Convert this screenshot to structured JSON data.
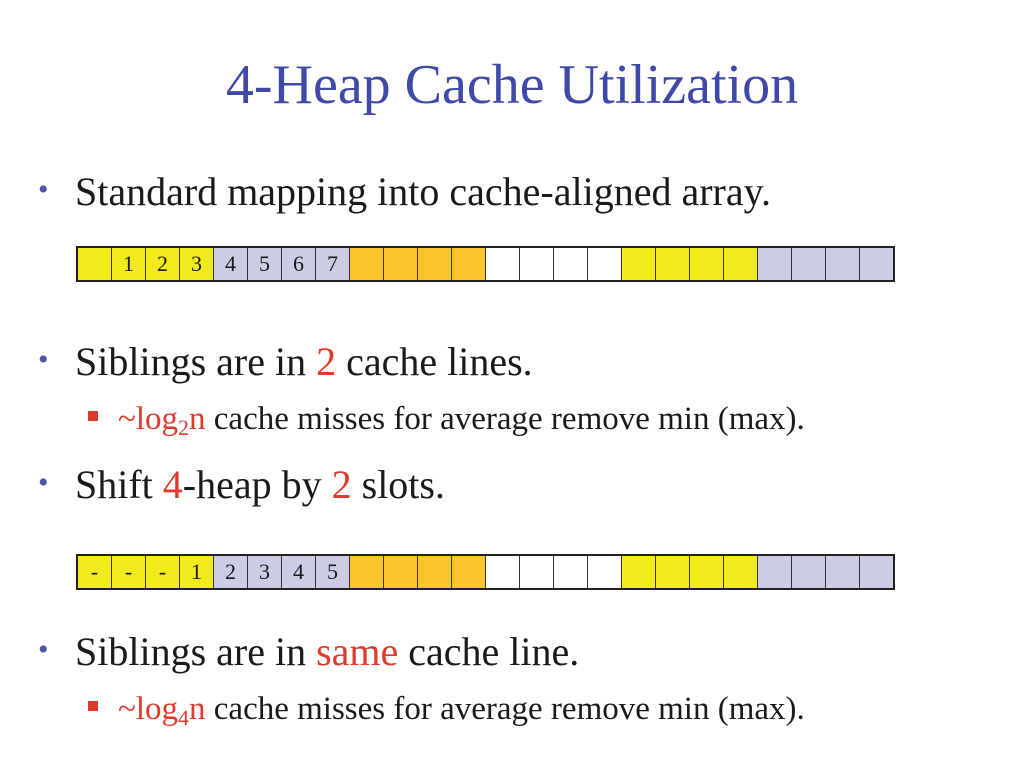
{
  "title": "4-Heap Cache Utilization",
  "bullets": [
    {
      "text_a": "Standard mapping into cache-aligned array."
    },
    {
      "text_a": "Siblings are in ",
      "hl": "2",
      "text_b": " cache lines."
    },
    {
      "text_a": "Shift ",
      "hl": "4",
      "text_b": "-heap by ",
      "hl2": "2",
      "text_c": " slots."
    },
    {
      "text_a": "Siblings are in ",
      "hl": "same",
      "text_b": " cache line."
    }
  ],
  "subs": [
    {
      "hl_a": "~log",
      "hl_sub": "2",
      "hl_b": "n",
      "text": " cache misses for average remove min (max)."
    },
    {
      "hl_a": "~log",
      "hl_sub": "4",
      "hl_b": "n",
      "text": " cache misses for average remove min (max)."
    }
  ],
  "colors": {
    "yellow": "#f2ea1a",
    "orange": "#fdc52c",
    "white": "#ffffff",
    "lavender": "#cccce6"
  },
  "arrays": [
    {
      "labels": [
        "",
        "1",
        "2",
        "3",
        "4",
        "5",
        "6",
        "7",
        "",
        "",
        "",
        "",
        "",
        "",
        "",
        "",
        "",
        "",
        "",
        "",
        "",
        "",
        "",
        ""
      ],
      "colors": [
        "yellow",
        "yellow",
        "yellow",
        "yellow",
        "lavender",
        "lavender",
        "lavender",
        "lavender",
        "orange",
        "orange",
        "orange",
        "orange",
        "white",
        "white",
        "white",
        "white",
        "yellow",
        "yellow",
        "yellow",
        "yellow",
        "lavender",
        "lavender",
        "lavender",
        "lavender"
      ]
    },
    {
      "labels": [
        "-",
        "-",
        "-",
        "1",
        "2",
        "3",
        "4",
        "5",
        "",
        "",
        "",
        "",
        "",
        "",
        "",
        "",
        "",
        "",
        "",
        "",
        "",
        "",
        "",
        ""
      ],
      "colors": [
        "yellow",
        "yellow",
        "yellow",
        "yellow",
        "lavender",
        "lavender",
        "lavender",
        "lavender",
        "orange",
        "orange",
        "orange",
        "orange",
        "white",
        "white",
        "white",
        "white",
        "yellow",
        "yellow",
        "yellow",
        "yellow",
        "lavender",
        "lavender",
        "lavender",
        "lavender"
      ]
    }
  ]
}
